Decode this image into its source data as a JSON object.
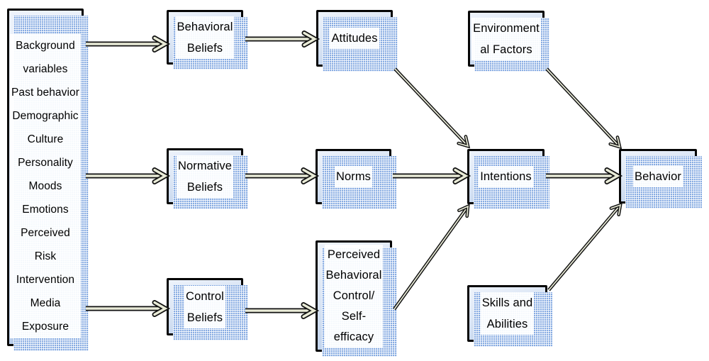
{
  "diagram": {
    "nodes": [
      {
        "id": "background-variables",
        "label": "Background\nvariables\nPast behavior\nDemographic\nCulture\nPersonality\nMoods\nEmotions\nPerceived\nRisk\nIntervention\nMedia\nExposure"
      },
      {
        "id": "behavioral-beliefs",
        "label": "Behavioral\nBeliefs"
      },
      {
        "id": "attitudes",
        "label": "Attitudes"
      },
      {
        "id": "environmental-factors",
        "label": "Environment\nal Factors"
      },
      {
        "id": "normative-beliefs",
        "label": "Normative\nBeliefs"
      },
      {
        "id": "norms",
        "label": "Norms"
      },
      {
        "id": "intentions",
        "label": "Intentions"
      },
      {
        "id": "behavior",
        "label": "Behavior"
      },
      {
        "id": "control-beliefs",
        "label": "Control\nBeliefs"
      },
      {
        "id": "perceived-behavioral-control",
        "label": "Perceived\nBehavioral\nControl/\nSelf-\nefficacy"
      },
      {
        "id": "skills-and-abilities",
        "label": "Skills and\nAbilities"
      }
    ],
    "edges": [
      {
        "from": "background-variables",
        "to": "behavioral-beliefs"
      },
      {
        "from": "background-variables",
        "to": "normative-beliefs"
      },
      {
        "from": "background-variables",
        "to": "control-beliefs"
      },
      {
        "from": "behavioral-beliefs",
        "to": "attitudes"
      },
      {
        "from": "normative-beliefs",
        "to": "norms"
      },
      {
        "from": "control-beliefs",
        "to": "perceived-behavioral-control"
      },
      {
        "from": "attitudes",
        "to": "intentions"
      },
      {
        "from": "norms",
        "to": "intentions"
      },
      {
        "from": "perceived-behavioral-control",
        "to": "intentions"
      },
      {
        "from": "intentions",
        "to": "behavior"
      },
      {
        "from": "environmental-factors",
        "to": "behavior"
      },
      {
        "from": "skills-and-abilities",
        "to": "behavior"
      }
    ],
    "colors": {
      "box_fill_light": "#eef3fb",
      "box_fill_dark": "#b4c9e8",
      "box_border": "#050505",
      "shadow_blue": "#86abe2",
      "arrow_outline": "#111111",
      "arrow_fill": "#e9ebd7",
      "text_highlight": "#ffffff"
    }
  }
}
